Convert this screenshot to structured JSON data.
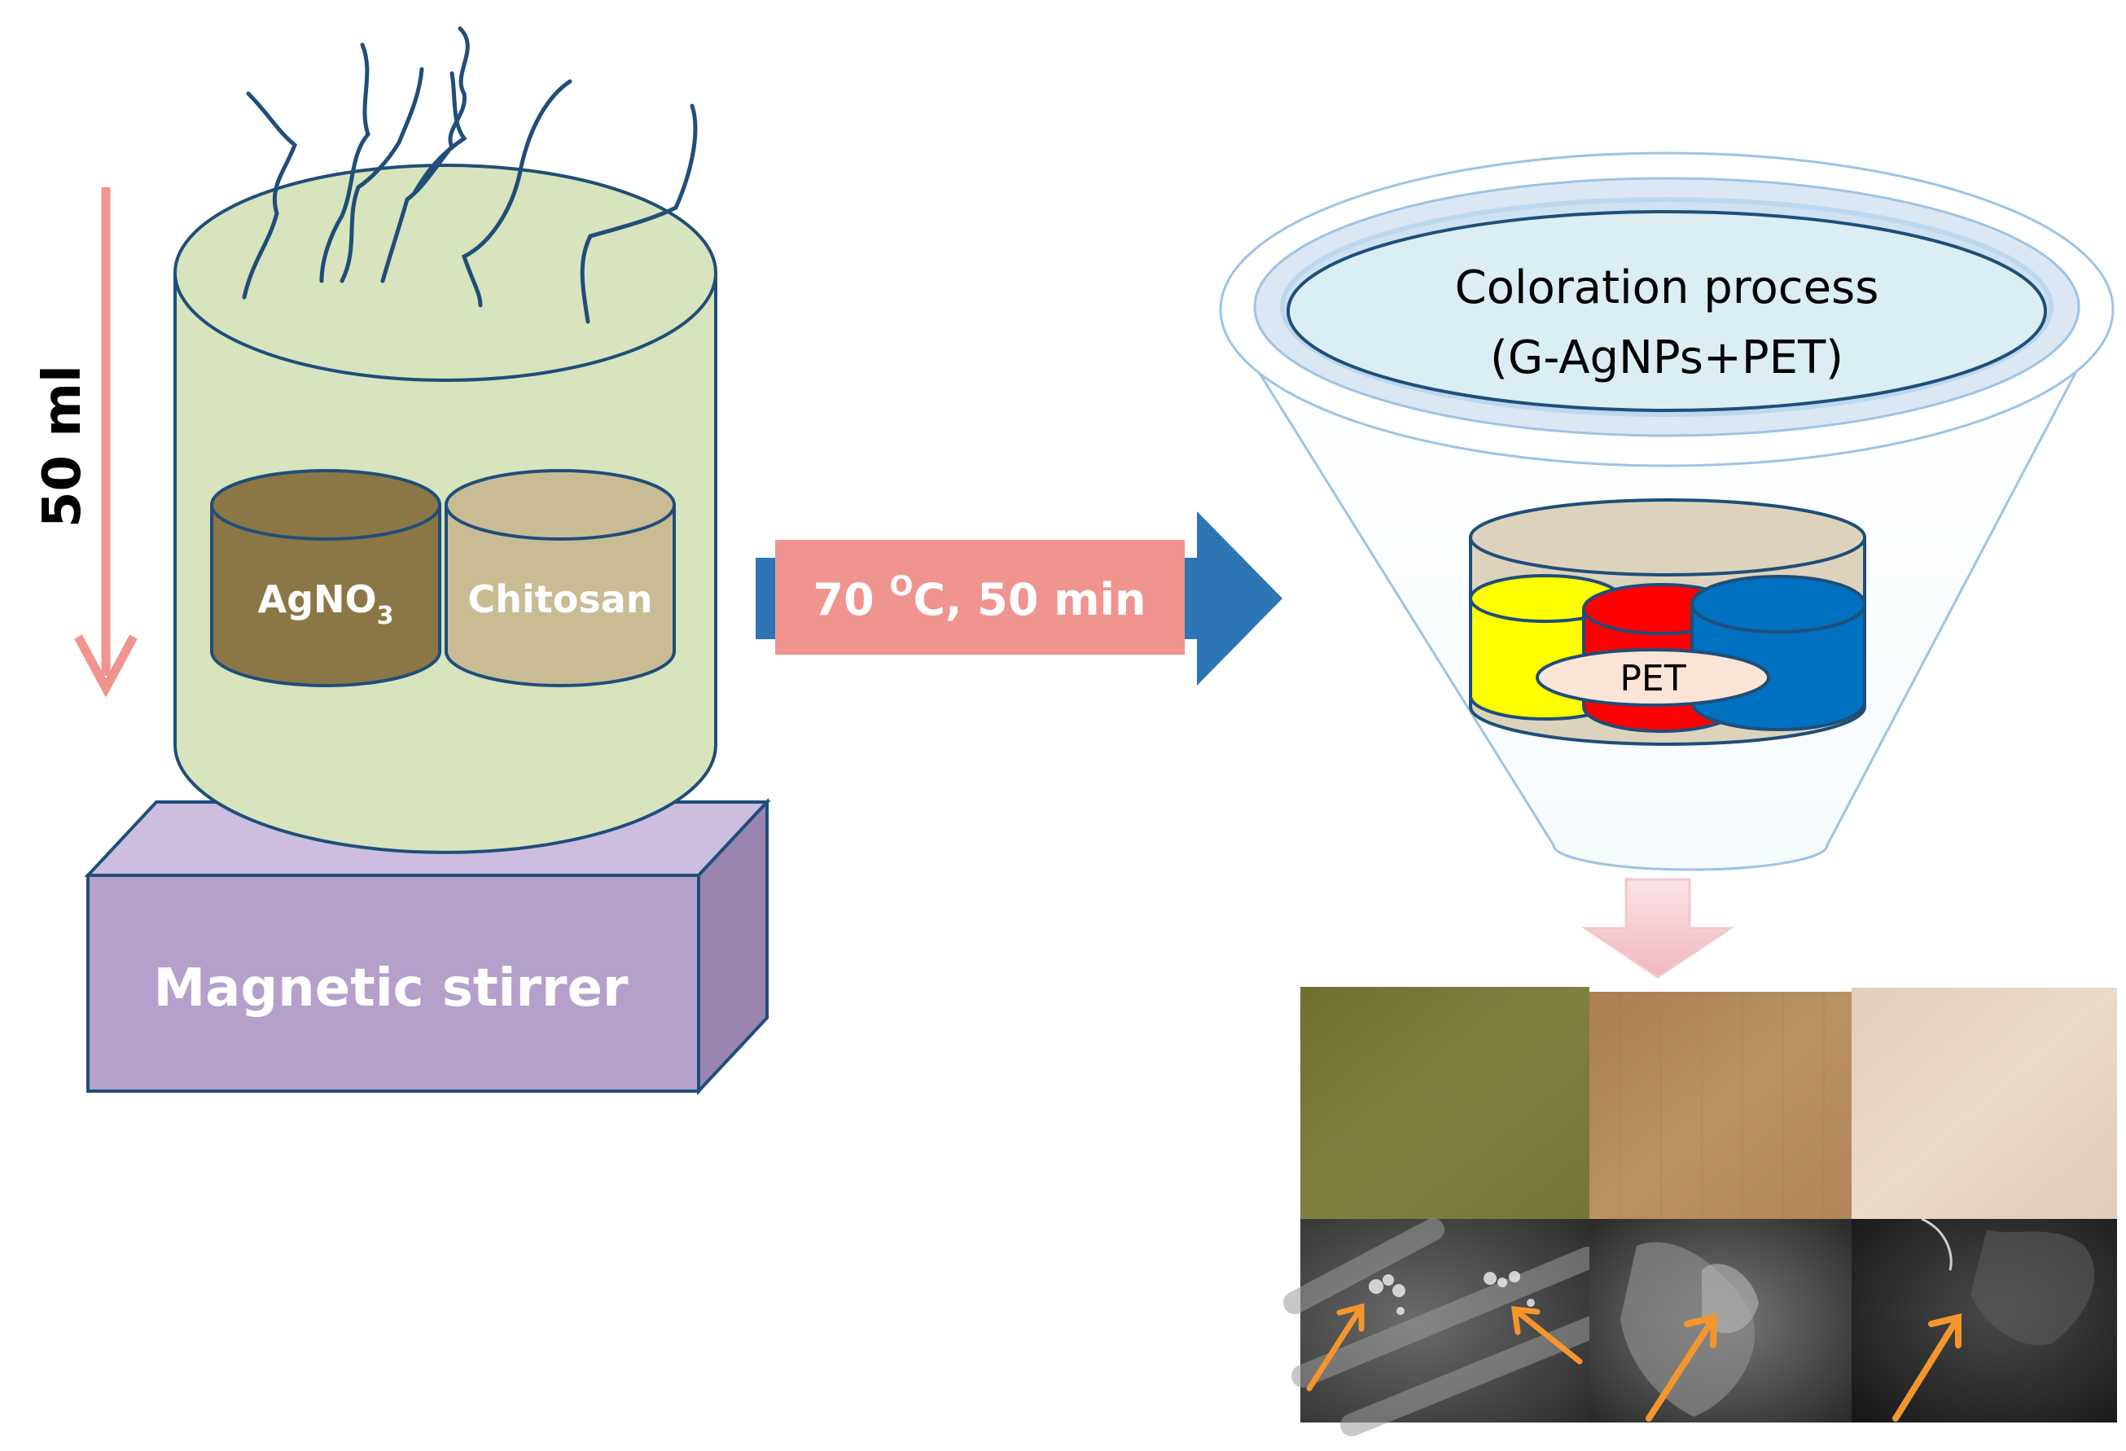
{
  "volume_label": "50 ml",
  "beaker": {
    "component_1": {
      "base": "AgNO",
      "subscript": "3"
    },
    "component_2": "Chitosan"
  },
  "stirrer_label": "Magnetic stirrer",
  "process_arrow": {
    "temp_value": "70 ",
    "temp_sup": "O",
    "temp_rest": "C, 50 min"
  },
  "coloration": {
    "line1": "Coloration process",
    "line2": "(G-AgNPs+PET)"
  },
  "pet_label": "PET",
  "colors": {
    "beaker_fill": "#d7e4bd",
    "stroke_blue": "#1f4e79",
    "agno3": "#8b7745",
    "chitosan": "#c9bc95",
    "stirrer_front": "#b5a0cc",
    "stirrer_side": "#9a84b0",
    "pink_arrow": "#f0948f",
    "blue_arrow": "#2e75b6",
    "swatch_green": "#7a7a3a",
    "swatch_brown": "#b48a5c",
    "swatch_cream": "#e6d4c2",
    "sem_arrow": "#f5962c"
  }
}
